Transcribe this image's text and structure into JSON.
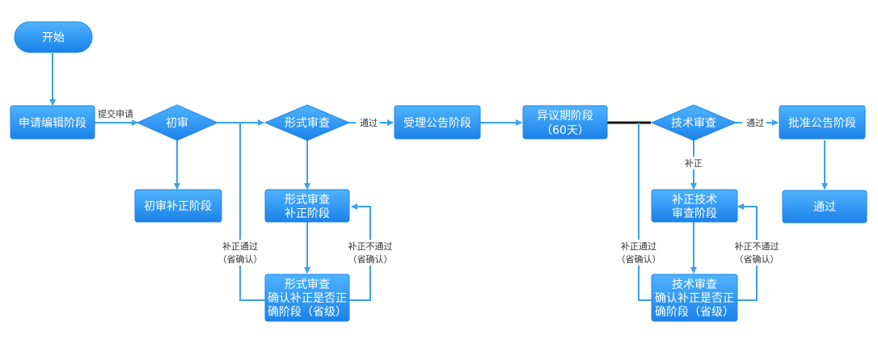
{
  "colors": {
    "node_top": "#4fb3ff",
    "node_bottom": "#1b82e8",
    "edge": "#3aa0ee",
    "edge_dark": "#111111",
    "label": "#333333"
  },
  "nodes": {
    "start": "开始",
    "apply_edit": "申请编辑阶段",
    "initial_review": "初审",
    "initial_correction": "初审补正阶段",
    "formal_review": "形式审查",
    "formal_correction": [
      "形式审查",
      "补正阶段"
    ],
    "formal_confirm": [
      "形式审查",
      "确认补正是否正",
      "确阶段（省级）"
    ],
    "acceptance_notice": "受理公告阶段",
    "objection_period": [
      "异议期阶段",
      "（60天）"
    ],
    "tech_review": "技术审查",
    "tech_correction": [
      "补正技术",
      "审查阶段"
    ],
    "tech_confirm": [
      "技术审查",
      "确认补正是否正",
      "确阶段（省级）"
    ],
    "approval_notice": "批准公告阶段",
    "passed": "通过"
  },
  "edge_labels": {
    "submit": "提交申请",
    "pass_1": "通过",
    "pass_2": "通过",
    "correct": "补正",
    "corr_pass_left": [
      "补正通过",
      "（省确认）"
    ],
    "corr_fail_left": [
      "补正不通过",
      "（省确认）"
    ],
    "corr_pass_right": [
      "补正通过",
      "（省确认）"
    ],
    "corr_fail_right": [
      "补正不通过",
      "（省确认）"
    ]
  }
}
